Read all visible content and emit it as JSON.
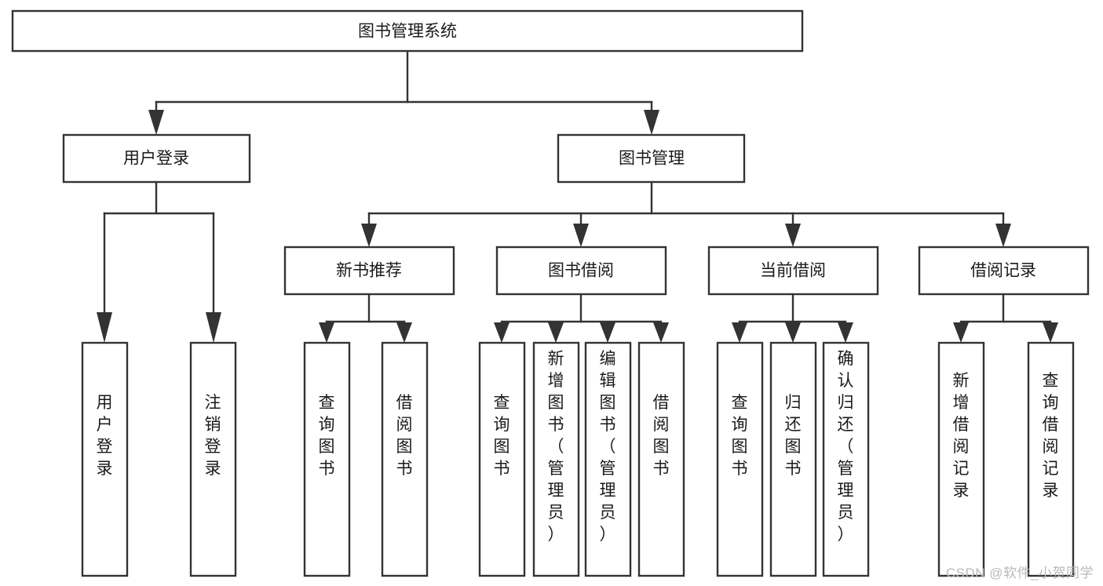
{
  "diagram": {
    "type": "tree",
    "title": "图书管理系统",
    "watermark": "CSDN @软件_小贺同学",
    "colors": {
      "stroke": "#333333",
      "fill": "#ffffff",
      "text": "#1a1a1a",
      "watermark": "#b9b9b9"
    },
    "nodes": {
      "root": {
        "label": "图书管理系统",
        "orientation": "horizontal"
      },
      "level2": [
        {
          "label": "用户登录",
          "orientation": "horizontal"
        },
        {
          "label": "图书管理",
          "orientation": "horizontal"
        }
      ],
      "level3": [
        {
          "label": "新书推荐",
          "orientation": "horizontal"
        },
        {
          "label": "图书借阅",
          "orientation": "horizontal"
        },
        {
          "label": "当前借阅",
          "orientation": "horizontal"
        },
        {
          "label": "借阅记录",
          "orientation": "horizontal"
        }
      ],
      "leaves": [
        {
          "label": "用户登录",
          "orientation": "vertical",
          "parent": "用户登录"
        },
        {
          "label": "注销登录",
          "orientation": "vertical",
          "parent": "用户登录"
        },
        {
          "label": "查询图书",
          "orientation": "vertical",
          "parent": "新书推荐"
        },
        {
          "label": "借阅图书",
          "orientation": "vertical",
          "parent": "新书推荐"
        },
        {
          "label": "查询图书",
          "orientation": "vertical",
          "parent": "图书借阅"
        },
        {
          "label": "新增图书（管理员）",
          "orientation": "vertical",
          "parent": "图书借阅"
        },
        {
          "label": "编辑图书（管理员）",
          "orientation": "vertical",
          "parent": "图书借阅"
        },
        {
          "label": "借阅图书",
          "orientation": "vertical",
          "parent": "图书借阅"
        },
        {
          "label": "查询图书",
          "orientation": "vertical",
          "parent": "当前借阅"
        },
        {
          "label": "归还图书",
          "orientation": "vertical",
          "parent": "当前借阅"
        },
        {
          "label": "确认归还（管理员）",
          "orientation": "vertical",
          "parent": "当前借阅"
        },
        {
          "label": "新增借阅记录",
          "orientation": "vertical",
          "parent": "借阅记录"
        },
        {
          "label": "查询借阅记录",
          "orientation": "vertical",
          "parent": "借阅记录"
        }
      ]
    }
  }
}
